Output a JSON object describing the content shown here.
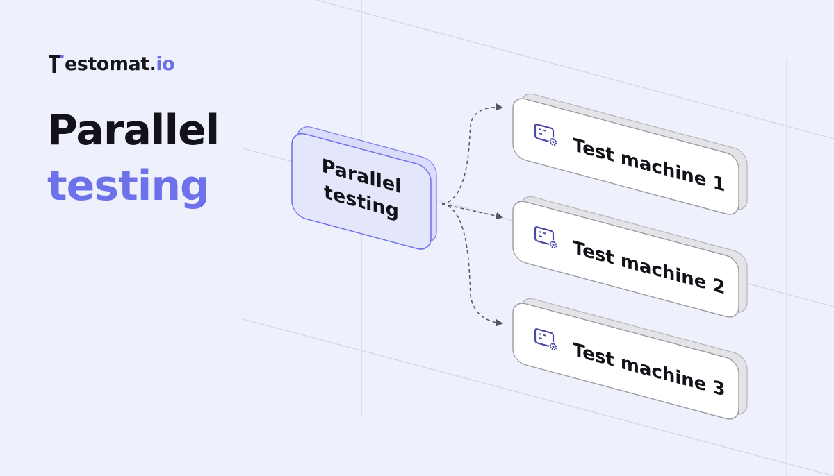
{
  "brand": {
    "name_prefix": "estomat.",
    "name_suffix": "io",
    "color_dark": "#16161d",
    "color_accent": "#6b6fe8"
  },
  "headline": {
    "line1": "Parallel",
    "line2": "testing"
  },
  "diagram": {
    "source": {
      "line1": "Parallel",
      "line2": "testing",
      "fill": "#e2e5fb",
      "stroke": "#6b6fe8"
    },
    "machines": [
      {
        "label": "Test machine 1",
        "icon": "machine-settings-icon"
      },
      {
        "label": "Test machine 2",
        "icon": "machine-settings-icon"
      },
      {
        "label": "Test machine 3",
        "icon": "machine-settings-icon"
      }
    ],
    "connector": {
      "style": "dashed",
      "color": "#555560"
    }
  },
  "colors": {
    "background": "#eef1fb",
    "card_fill": "#ffffff",
    "card_shadow": "#e4e4e8",
    "text": "#121218",
    "icon": "#4a47a8"
  }
}
